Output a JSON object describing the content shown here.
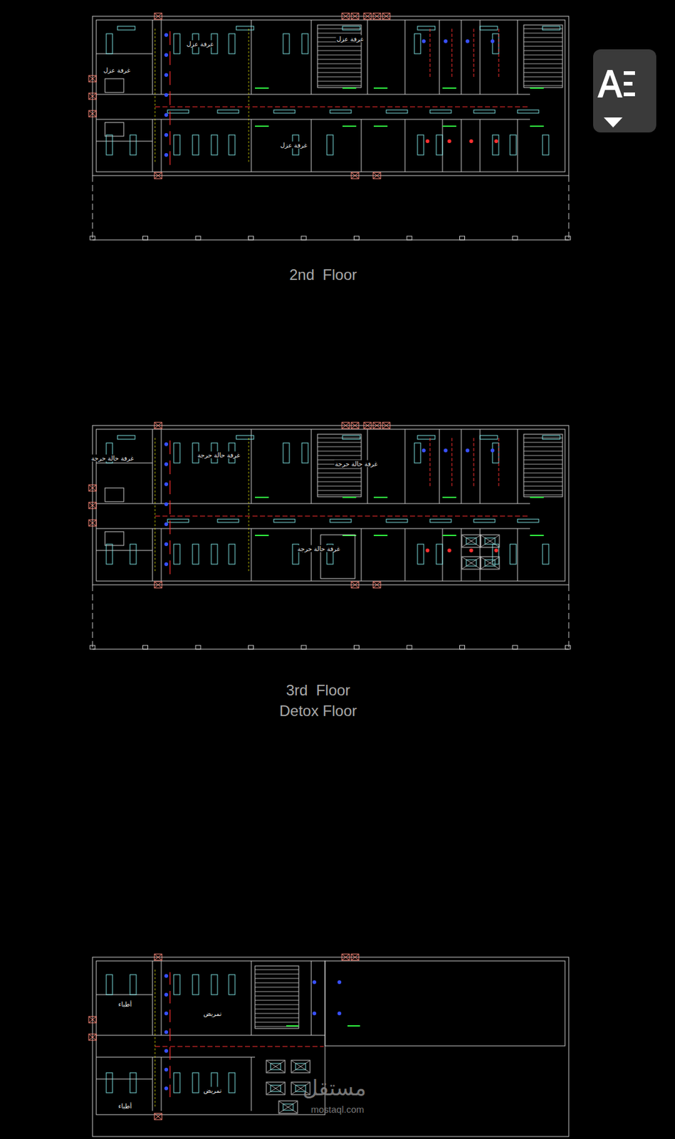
{
  "diagram": {
    "labels": [
      "2nd  Floor",
      "3rd  Floor",
      "Detox Floor",
      "غرفة عزل",
      "غرفة عزل",
      "غرفة عزل",
      "غرفة عزل",
      "غرفة حالة حرجة",
      "غرفة حالة حرجة",
      "غرفة حالة حرجة",
      "غرفة حالة حرجة",
      "أطباء",
      "أطباء",
      "تمريض",
      "تمريض",
      "مستقل",
      "mostaql.com"
    ]
  }
}
